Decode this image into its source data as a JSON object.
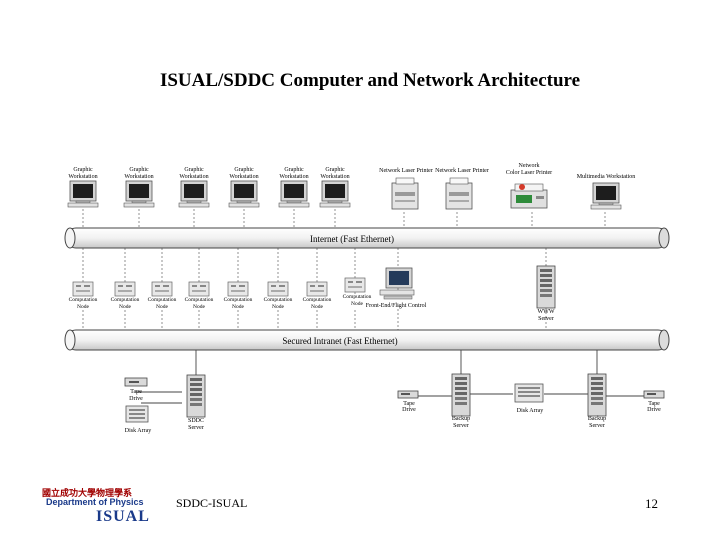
{
  "title": "ISUAL/SDDC Computer and Network Architecture",
  "internet_bus_label": "Internet (Fast Ethernet)",
  "intranet_bus_label": "Secured Intranet (Fast Ethernet)",
  "top_row": {
    "workstations": [
      {
        "line1": "Graphic",
        "line2": "Workstation"
      },
      {
        "line1": "Graphic",
        "line2": "Workstation"
      },
      {
        "line1": "Graphic",
        "line2": "Workstation"
      },
      {
        "line1": "Graphic",
        "line2": "Workstation"
      },
      {
        "line1": "Graphic",
        "line2": "Workstation"
      },
      {
        "line1": "Graphic",
        "line2": "Workstation"
      }
    ],
    "printer1": "Network Laser Printer",
    "printer2": "Network Laser Printer",
    "color_printer": {
      "line1": "Network",
      "line2": "Color Laser Printer"
    },
    "multimedia": "Multimedia Workstation"
  },
  "middle_row": {
    "nodes": [
      {
        "line1": "Computation",
        "line2": "Node"
      },
      {
        "line1": "Computation",
        "line2": "Node"
      },
      {
        "line1": "Computation",
        "line2": "Node"
      },
      {
        "line1": "Computation",
        "line2": "Node"
      },
      {
        "line1": "Computation",
        "line2": "Node"
      },
      {
        "line1": "Computation",
        "line2": "Node"
      },
      {
        "line1": "Computation",
        "line2": "Node"
      },
      {
        "line1": "Computation",
        "line2": "Node"
      }
    ],
    "frontend": "Front-End/Flight Control",
    "www_server": {
      "line1": "WWW",
      "line2": "Server"
    }
  },
  "bottom_row": {
    "tape1": {
      "line1": "Tape",
      "line2": "Drive"
    },
    "disk1": "Disk Array",
    "server1": {
      "line1": "SDDC",
      "line2": "Server"
    },
    "tape2": {
      "line1": "Tape",
      "line2": "Drive"
    },
    "server2": {
      "line1": "Backup",
      "line2": "Server"
    },
    "disk2": "Disk Array",
    "server3": {
      "line1": "Backup",
      "line2": "Server"
    },
    "tape3": {
      "line1": "Tape",
      "line2": "Drive"
    }
  },
  "footer": {
    "logo_line1": "國立成功大學物理學系",
    "logo_line2": "Department of Physics",
    "logo_line3": "ISUAL",
    "text": "SDDC-ISUAL",
    "page_number": "12"
  }
}
